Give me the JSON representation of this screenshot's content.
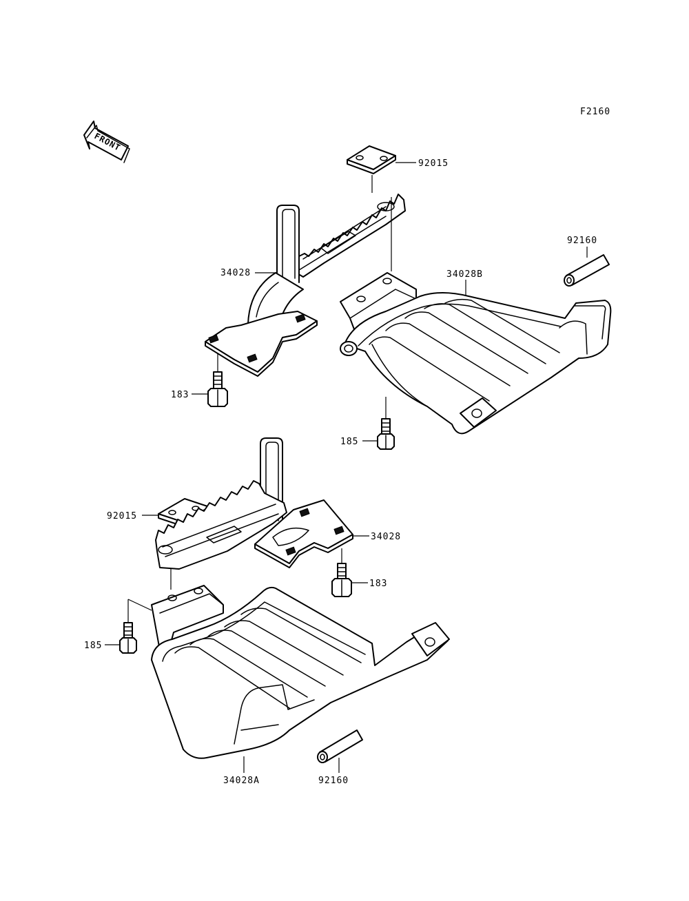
{
  "figure_code": "F2160",
  "front_arrow": {
    "label": "FRONT",
    "icon": "front-arrow-icon"
  },
  "labels": {
    "upper_92015": "92015",
    "upper_92160": "92160",
    "upper_34028": "34028",
    "upper_34028B": "34028B",
    "upper_183": "183",
    "upper_185": "185",
    "lower_92015": "92015",
    "lower_34028": "34028",
    "lower_183": "183",
    "lower_185": "185",
    "lower_34028A": "34028A",
    "lower_92160": "92160"
  }
}
